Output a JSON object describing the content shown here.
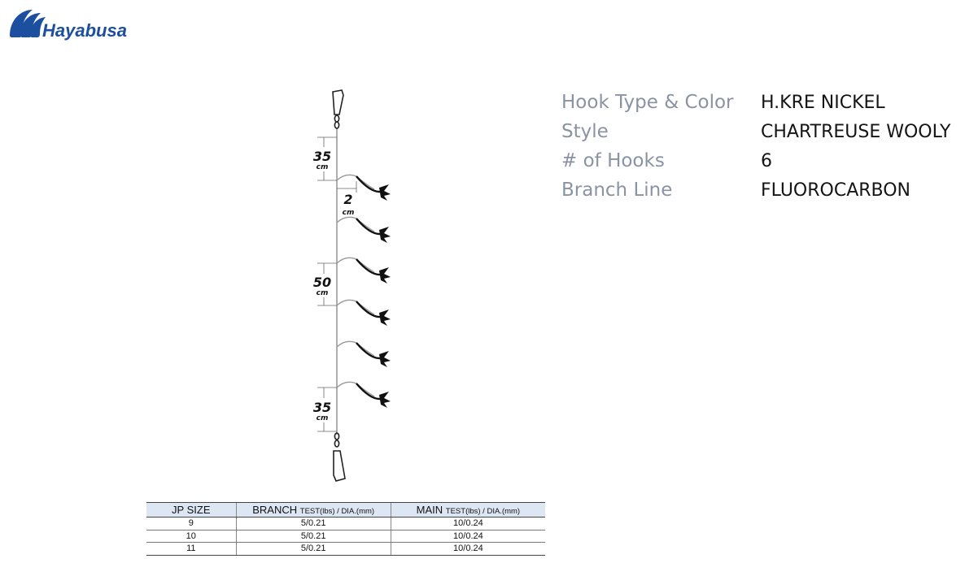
{
  "brand": {
    "name": "Hayabusa",
    "color": "#1d4fa0"
  },
  "diagram": {
    "hook_count": 6,
    "dimensions": [
      {
        "value": "35",
        "unit": "cm"
      },
      {
        "value": "2",
        "unit": "cm"
      },
      {
        "value": "50",
        "unit": "cm"
      },
      {
        "value": "35",
        "unit": "cm"
      }
    ],
    "icons": [
      "snap-swivel-icon",
      "hook-icon",
      "weight-snap-icon"
    ]
  },
  "specs": [
    {
      "label": "Hook Type & Color",
      "value": "H.KRE NICKEL"
    },
    {
      "label": "Style",
      "value": "CHARTREUSE WOOLY"
    },
    {
      "label": "# of Hooks",
      "value": "6"
    },
    {
      "label": "Branch Line",
      "value": "FLUOROCARBON"
    }
  ],
  "table": {
    "headers": [
      {
        "main": "JP SIZE",
        "unit": ""
      },
      {
        "main": "BRANCH",
        "unit": "TEST(lbs) / DIA.(mm)"
      },
      {
        "main": "MAIN",
        "unit": "TEST(lbs) / DIA.(mm)"
      }
    ],
    "rows": [
      [
        "9",
        "5/0.21",
        "10/0.24"
      ],
      [
        "10",
        "5/0.21",
        "10/0.24"
      ],
      [
        "11",
        "5/0.21",
        "10/0.24"
      ]
    ],
    "header_color": "#dde6f3"
  }
}
